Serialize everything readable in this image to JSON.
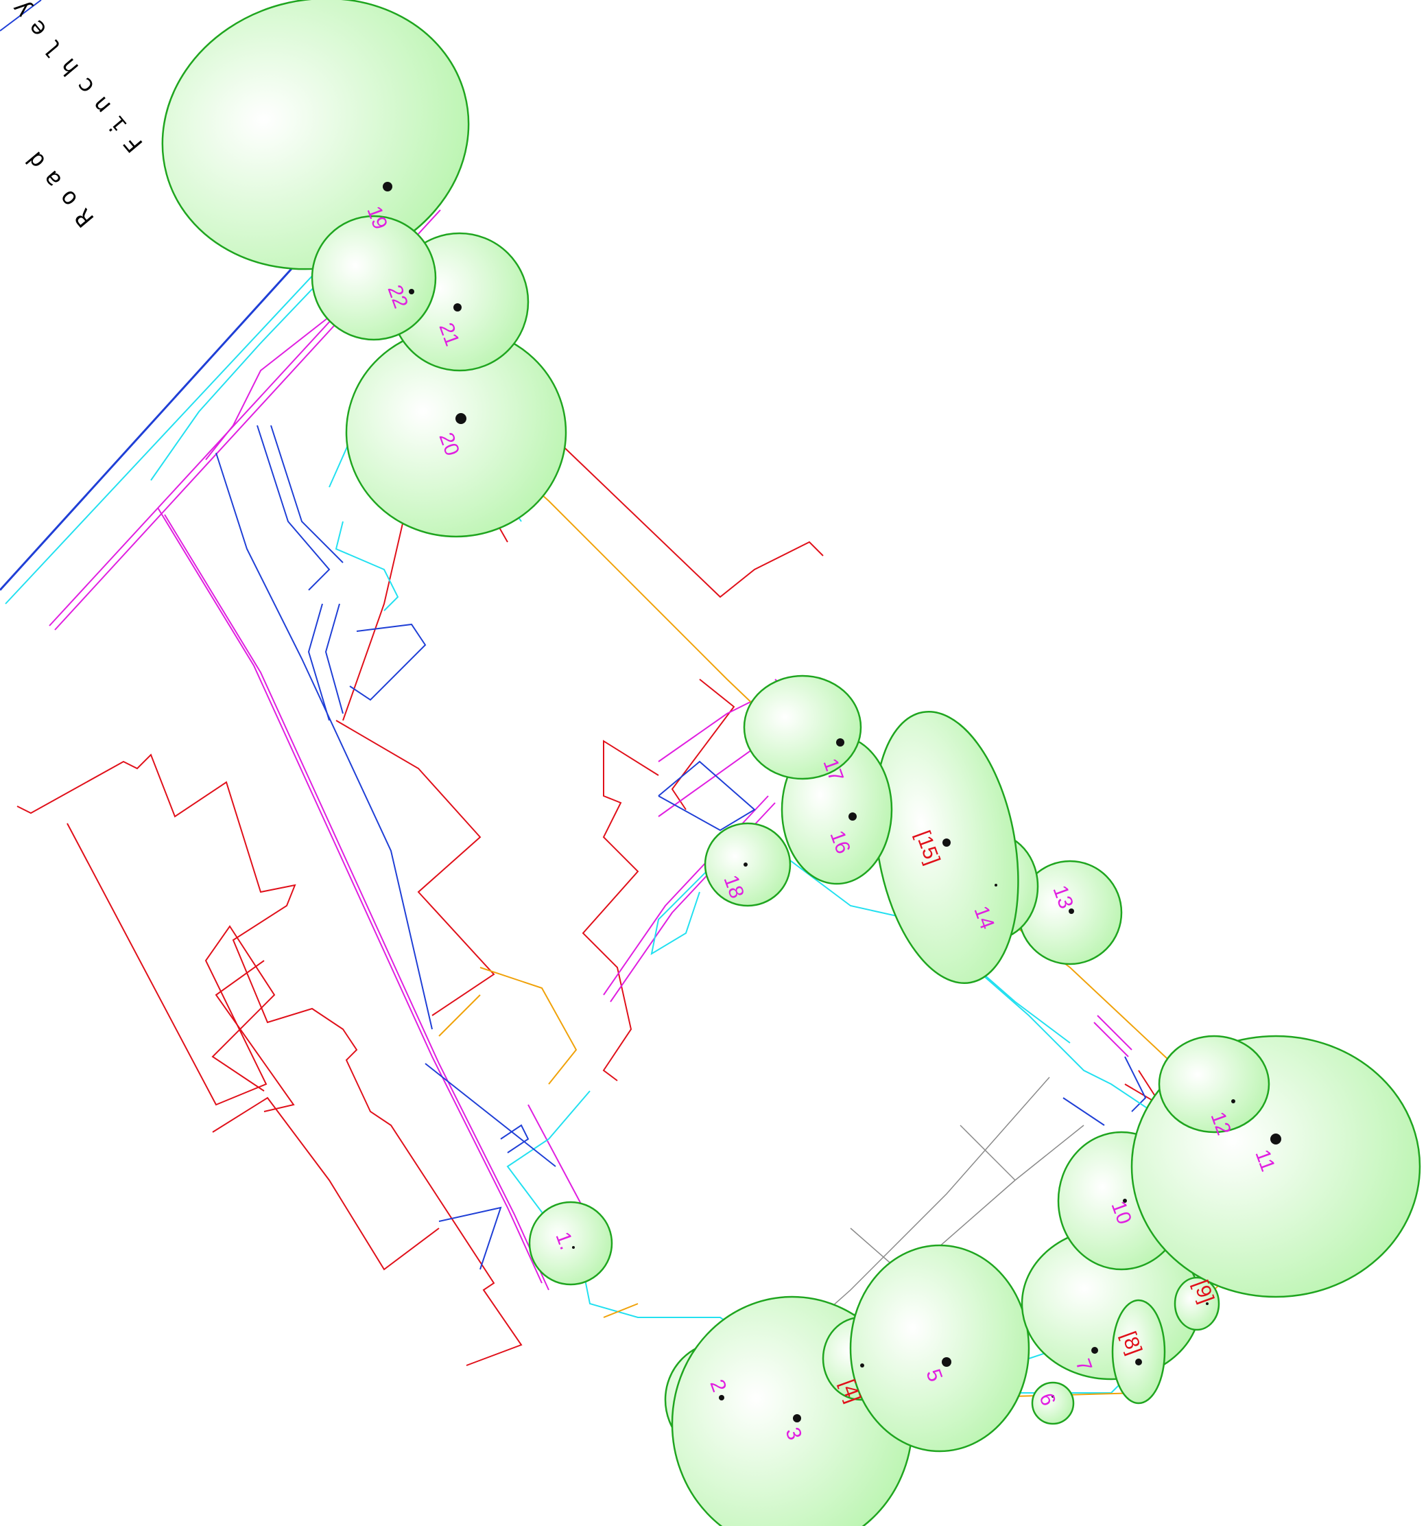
{
  "road": {
    "name": "Finchley",
    "suffix": "Road"
  },
  "colors": {
    "canopy_fill": "#c9f7c1",
    "canopy_stroke": "#1fa51f",
    "tree_label": "#e01fe0",
    "removed_tree_label": "#e0101a",
    "boundary": "#e0101a",
    "wall": "#e01fe0",
    "fence": "#1f3fd6",
    "path_edge": "#22e0f0",
    "hedge": "#f0a20a",
    "road_line": "#1f3fd6"
  },
  "trees": [
    {
      "id": "t1",
      "label": "1.",
      "retained": true
    },
    {
      "id": "t2",
      "label": "2",
      "retained": true
    },
    {
      "id": "t3",
      "label": "3",
      "retained": true
    },
    {
      "id": "t4",
      "label": "[4]",
      "retained": false
    },
    {
      "id": "t5",
      "label": "5",
      "retained": true
    },
    {
      "id": "t6",
      "label": "6",
      "retained": true
    },
    {
      "id": "t7",
      "label": "7",
      "retained": true
    },
    {
      "id": "t8",
      "label": "[8]",
      "retained": false
    },
    {
      "id": "t9",
      "label": "[9]",
      "retained": false
    },
    {
      "id": "t10",
      "label": "10",
      "retained": true
    },
    {
      "id": "t11",
      "label": "11",
      "retained": true
    },
    {
      "id": "t12",
      "label": "12",
      "retained": true
    },
    {
      "id": "t13",
      "label": "13",
      "retained": true
    },
    {
      "id": "t14",
      "label": "14",
      "retained": true
    },
    {
      "id": "t15",
      "label": "[15]",
      "retained": false
    },
    {
      "id": "t16",
      "label": "16",
      "retained": true
    },
    {
      "id": "t17",
      "label": "17",
      "retained": true
    },
    {
      "id": "t18",
      "label": "18",
      "retained": true
    },
    {
      "id": "t19",
      "label": "19",
      "retained": true
    },
    {
      "id": "t20",
      "label": "20",
      "retained": true
    },
    {
      "id": "t21",
      "label": "21",
      "retained": true
    },
    {
      "id": "t22",
      "label": "22",
      "retained": true
    }
  ]
}
